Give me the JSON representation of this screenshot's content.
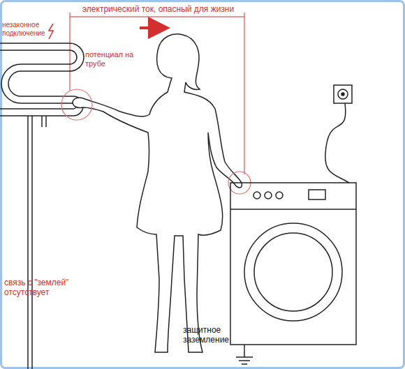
{
  "diagram": {
    "labels": [
      "незаконное подключение",
      "электрический ток, опасный для жизни",
      "потенциал на трубе",
      "связь с \"землей\" отсутствует",
      "защитное заземление"
    ]
  }
}
